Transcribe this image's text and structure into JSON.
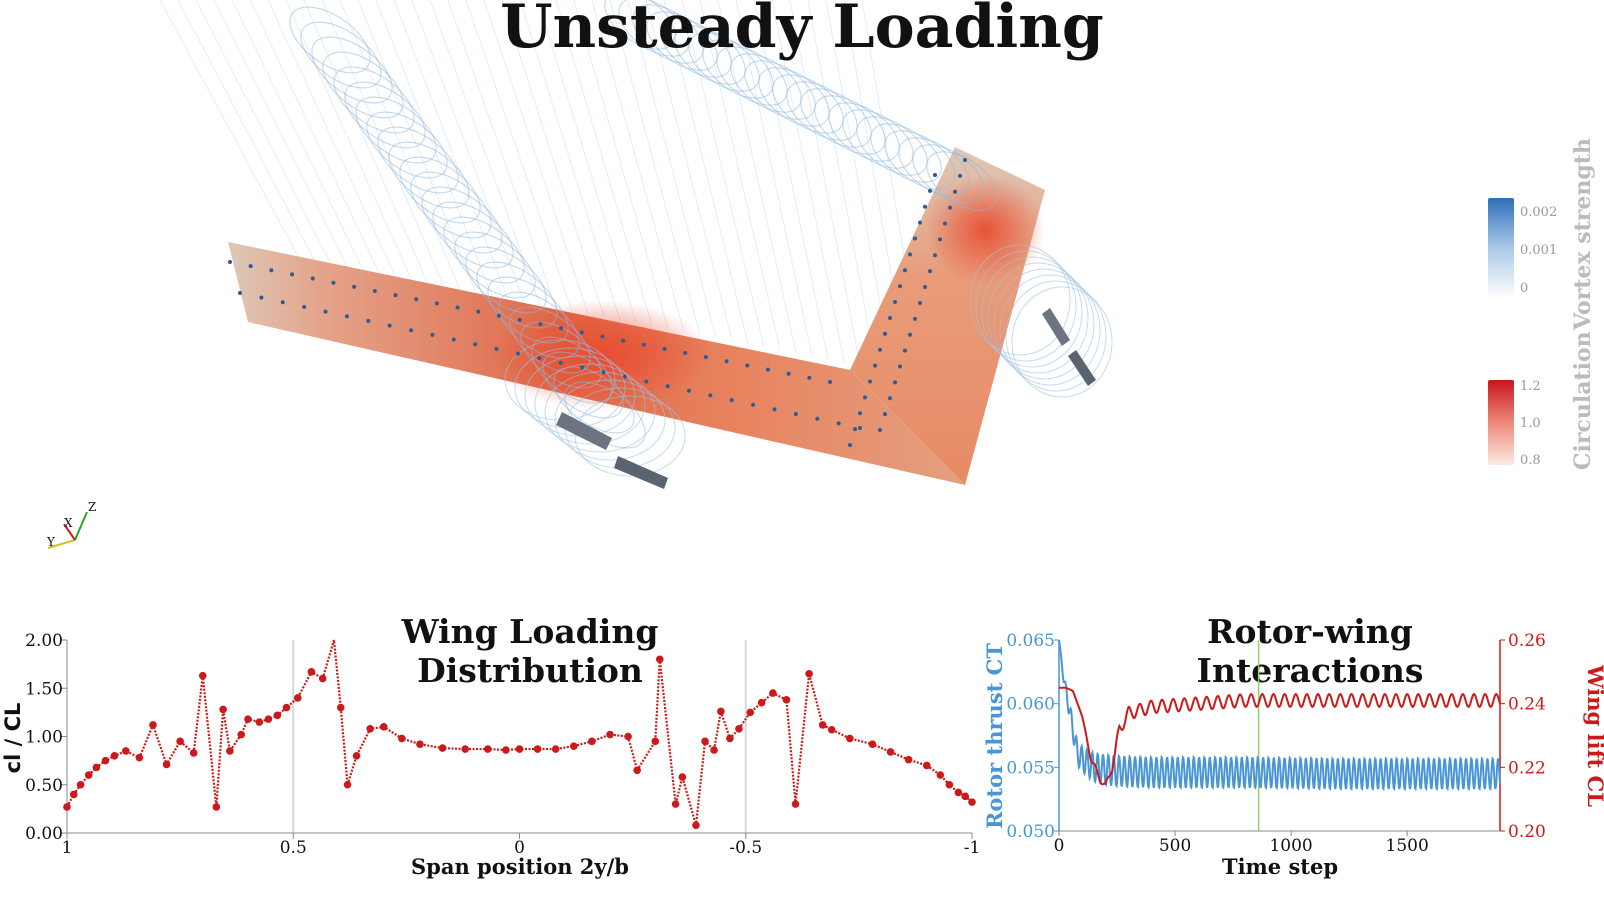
{
  "title": "Unsteady Loading",
  "axes_triad": {
    "x": "X",
    "y": "Y",
    "z": "Z"
  },
  "legends": {
    "vortex": {
      "title": "Vortex strength",
      "ticks": [
        "0.002",
        "0.001",
        "0"
      ],
      "color_high": "#2f6eb8",
      "color_low": "#ffffff"
    },
    "circulation": {
      "title": "Circulation",
      "ticks": [
        "1.2",
        "1.0",
        "0.8"
      ],
      "color_high": "#c8141e",
      "color_low": "#fbe9e3"
    }
  },
  "chart_data": [
    {
      "type": "line",
      "title": "Wing Loading Distribution",
      "xlabel": "Span position 2y/b",
      "ylabel": "cl / CL",
      "xlim": [
        1,
        -1
      ],
      "ylim": [
        0,
        2.0
      ],
      "xticks": [
        "1",
        "0.5",
        "0",
        "-0.5",
        "-1"
      ],
      "yticks": [
        "0.00",
        "0.50",
        "1.00",
        "1.50",
        "2.00"
      ],
      "vlines": [
        0.5,
        -0.5
      ],
      "series": [
        {
          "color": "#cc1a1a",
          "x": [
            1.0,
            0.985,
            0.97,
            0.952,
            0.935,
            0.915,
            0.895,
            0.87,
            0.84,
            0.81,
            0.78,
            0.75,
            0.72,
            0.7,
            0.67,
            0.655,
            0.64,
            0.615,
            0.6,
            0.575,
            0.555,
            0.535,
            0.515,
            0.49,
            0.46,
            0.435,
            0.41,
            0.395,
            0.38,
            0.36,
            0.33,
            0.3,
            0.26,
            0.22,
            0.17,
            0.12,
            0.07,
            0.03,
            0.0,
            -0.04,
            -0.08,
            -0.12,
            -0.16,
            -0.2,
            -0.24,
            -0.26,
            -0.3,
            -0.31,
            -0.345,
            -0.36,
            -0.39,
            -0.41,
            -0.43,
            -0.445,
            -0.465,
            -0.485,
            -0.51,
            -0.535,
            -0.56,
            -0.59,
            -0.61,
            -0.64,
            -0.67,
            -0.69,
            -0.73,
            -0.78,
            -0.82,
            -0.86,
            -0.9,
            -0.93,
            -0.95,
            -0.97,
            -0.985,
            -1.0
          ],
          "y": [
            0.27,
            0.4,
            0.5,
            0.6,
            0.68,
            0.75,
            0.8,
            0.85,
            0.78,
            1.12,
            0.71,
            0.95,
            0.83,
            1.63,
            0.27,
            1.28,
            0.85,
            1.02,
            1.18,
            1.15,
            1.18,
            1.22,
            1.3,
            1.4,
            1.67,
            1.6,
            2.0,
            1.3,
            0.5,
            0.8,
            1.08,
            1.1,
            0.98,
            0.92,
            0.88,
            0.87,
            0.87,
            0.86,
            0.87,
            0.87,
            0.87,
            0.9,
            0.95,
            1.02,
            1.0,
            0.65,
            0.95,
            1.8,
            0.3,
            0.58,
            0.08,
            0.95,
            0.86,
            1.26,
            0.98,
            1.08,
            1.25,
            1.35,
            1.45,
            1.38,
            0.3,
            1.65,
            1.12,
            1.07,
            0.98,
            0.92,
            0.84,
            0.76,
            0.7,
            0.6,
            0.5,
            0.42,
            0.38,
            0.32
          ]
        }
      ]
    },
    {
      "type": "line",
      "title": "Rotor-wing Interactions",
      "xlabel": "Time step",
      "ylabel": "Rotor thrust CT",
      "y2label": "Wing lift CL",
      "xlim": [
        0,
        1900
      ],
      "ylim": [
        0.05,
        0.065
      ],
      "y2lim": [
        0.2,
        0.26
      ],
      "xticks": [
        "0",
        "500",
        "1000",
        "1500"
      ],
      "yticks": [
        "0.050",
        "0.055",
        "0.060",
        "0.065"
      ],
      "y2ticks": [
        "0.20",
        "0.22",
        "0.24",
        "0.26"
      ],
      "vline": 860,
      "series": [
        {
          "name": "Rotor thrust CT",
          "axis": "left",
          "color": "#4a95d6",
          "x": [
            0,
            20,
            40,
            60,
            80,
            110,
            150,
            200,
            260,
            400,
            800,
            1200,
            1600,
            1900
          ],
          "y": [
            0.065,
            0.062,
            0.06,
            0.058,
            0.056,
            0.0555,
            0.055,
            0.0548,
            0.0547,
            0.0546,
            0.0546,
            0.0545,
            0.0545,
            0.0545
          ],
          "amplitude": [
            0,
            0.0004,
            0.0006,
            0.0008,
            0.0009,
            0.001,
            0.0011,
            0.0012,
            0.0012,
            0.0012,
            0.0012,
            0.0012,
            0.0012,
            0.0012
          ]
        },
        {
          "name": "Wing lift CL",
          "axis": "right",
          "color": "#cc1a1a",
          "x": [
            0,
            30,
            60,
            100,
            140,
            180,
            200,
            230,
            260,
            300,
            400,
            800,
            1200,
            1600,
            1900
          ],
          "y": [
            0.245,
            0.245,
            0.244,
            0.236,
            0.222,
            0.216,
            0.214,
            0.22,
            0.232,
            0.237,
            0.239,
            0.241,
            0.241,
            0.241,
            0.241
          ],
          "amplitude": [
            0,
            0,
            0,
            0,
            0.001,
            0.001,
            0.001,
            0.001,
            0.002,
            0.002,
            0.002,
            0.002,
            0.002,
            0.002,
            0.002
          ]
        }
      ]
    }
  ]
}
